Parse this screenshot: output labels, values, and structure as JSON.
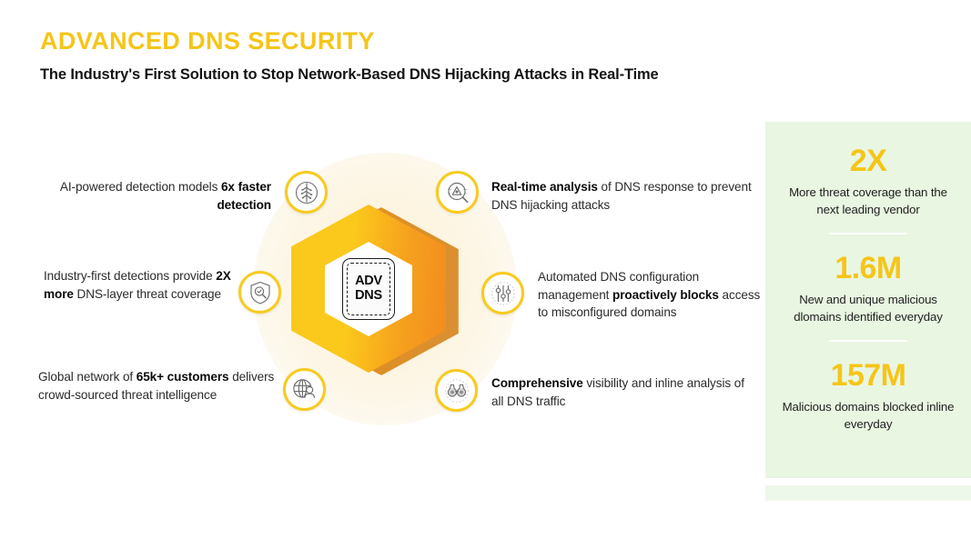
{
  "header": {
    "title": "ADVANCED DNS SECURITY",
    "subtitle": "The Industry's First Solution to Stop Network-Based DNS Hijacking Attacks in Real-Time"
  },
  "center": {
    "badge_line1": "ADV",
    "badge_line2": "DNS",
    "hex_color_start": "#FBC91C",
    "hex_color_end": "#F28B1E",
    "glow_color": "#FDF3DA"
  },
  "features": [
    {
      "id": "ai",
      "icon": "brain-ai-icon",
      "align": "right",
      "parts": [
        {
          "text": "AI-powered detection models",
          "bold": false
        },
        {
          "text": " ",
          "bold": false
        },
        {
          "text": "6x faster detection",
          "bold": true
        }
      ]
    },
    {
      "id": "industry",
      "icon": "shield-magnifier-icon",
      "align": "left",
      "parts": [
        {
          "text": "Industry-first detections provide ",
          "bold": false
        },
        {
          "text": "2X more",
          "bold": true
        },
        {
          "text": " DNS-layer threat coverage",
          "bold": false
        }
      ]
    },
    {
      "id": "global",
      "icon": "globe-user-icon",
      "align": "left",
      "parts": [
        {
          "text": "Global network of ",
          "bold": false
        },
        {
          "text": "65k+ customers",
          "bold": true
        },
        {
          "text": " delivers crowd-sourced threat intelligence",
          "bold": false
        }
      ]
    },
    {
      "id": "realtime",
      "icon": "magnifier-alert-icon",
      "align": "left",
      "parts": [
        {
          "text": "Real-time analysis",
          "bold": true
        },
        {
          "text": " of DNS response to prevent DNS hijacking attacks",
          "bold": false
        }
      ]
    },
    {
      "id": "automated",
      "icon": "sliders-icon",
      "align": "left",
      "parts": [
        {
          "text": "Automated DNS configuration management ",
          "bold": false
        },
        {
          "text": "proactively blocks",
          "bold": true
        },
        {
          "text": " access to misconfigured domains",
          "bold": false
        }
      ]
    },
    {
      "id": "comprehensive",
      "icon": "binoculars-icon",
      "align": "left",
      "parts": [
        {
          "text": "Comprehensive",
          "bold": true
        },
        {
          "text": " visibility and inline analysis of all DNS traffic",
          "bold": false
        }
      ]
    }
  ],
  "stats": {
    "background_color": "#E9F6E2",
    "value_color": "#F5C518",
    "items": [
      {
        "value": "2X",
        "label": "More threat coverage than the next leading vendor",
        "divider": true
      },
      {
        "value": "1.6M",
        "label": "New and unique malicious dlomains identified everyday",
        "divider": true
      },
      {
        "value": "157M",
        "label": "Malicious domains blocked inline everyday",
        "divider": false
      }
    ]
  }
}
